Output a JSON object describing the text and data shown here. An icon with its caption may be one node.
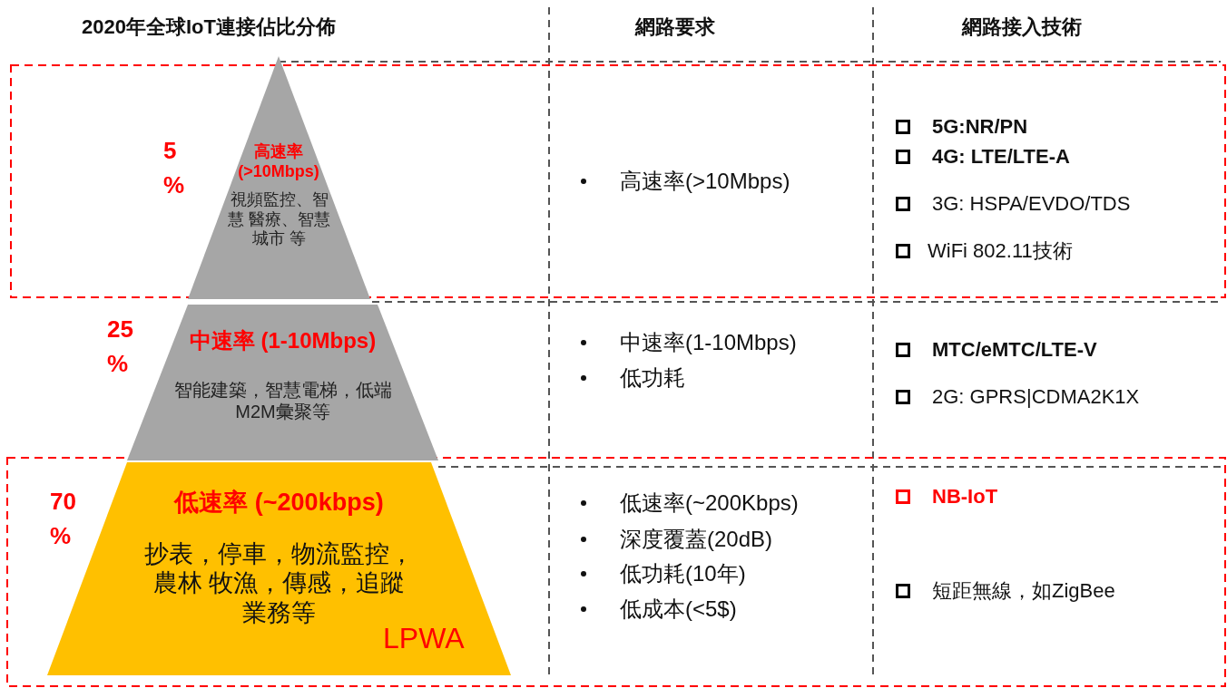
{
  "diagram": {
    "nodes": [
      {
        "text": [
          "高速率 (>10Mbps)",
          "視頻監控、智慧 醫療、智慧城市 等"
        ],
        "beside": [
          "5 %"
        ]
      },
      {
        "text": [
          "中速率 (1-10Mbps)",
          "智能建築，智慧電梯，低端M2M彙聚等"
        ],
        "beside": [
          "25 %"
        ]
      },
      {
        "text": [
          "低速率 (~200kbps)",
          "抄表，停車，物流監控，農林 牧漁，傳感，追蹤業務等",
          "LPWA"
        ],
        "beside": [
          "70 %"
        ]
      }
    ],
    "labels": [
      "2020年全球IoT連接佔比分佈",
      "網路要求",
      "網路接入技術",
      "高速率(>10Mbps)",
      "5G:NR/PN",
      "4G: LTE/LTE-A",
      "3G: HSPA/EVDO/TDS",
      "WiFi 802.11技術",
      "中速率(1-10Mbps)",
      "低功耗",
      "MTC/eMTC/LTE-V",
      "2G: GPRS|CDMA2K1X",
      "低速率(~200Kbps)",
      "深度覆蓋(20dB)",
      "低功耗(10年)",
      "低成本(<5$)",
      "NB-IoT",
      "短距無線，如ZigBee"
    ]
  }
}
